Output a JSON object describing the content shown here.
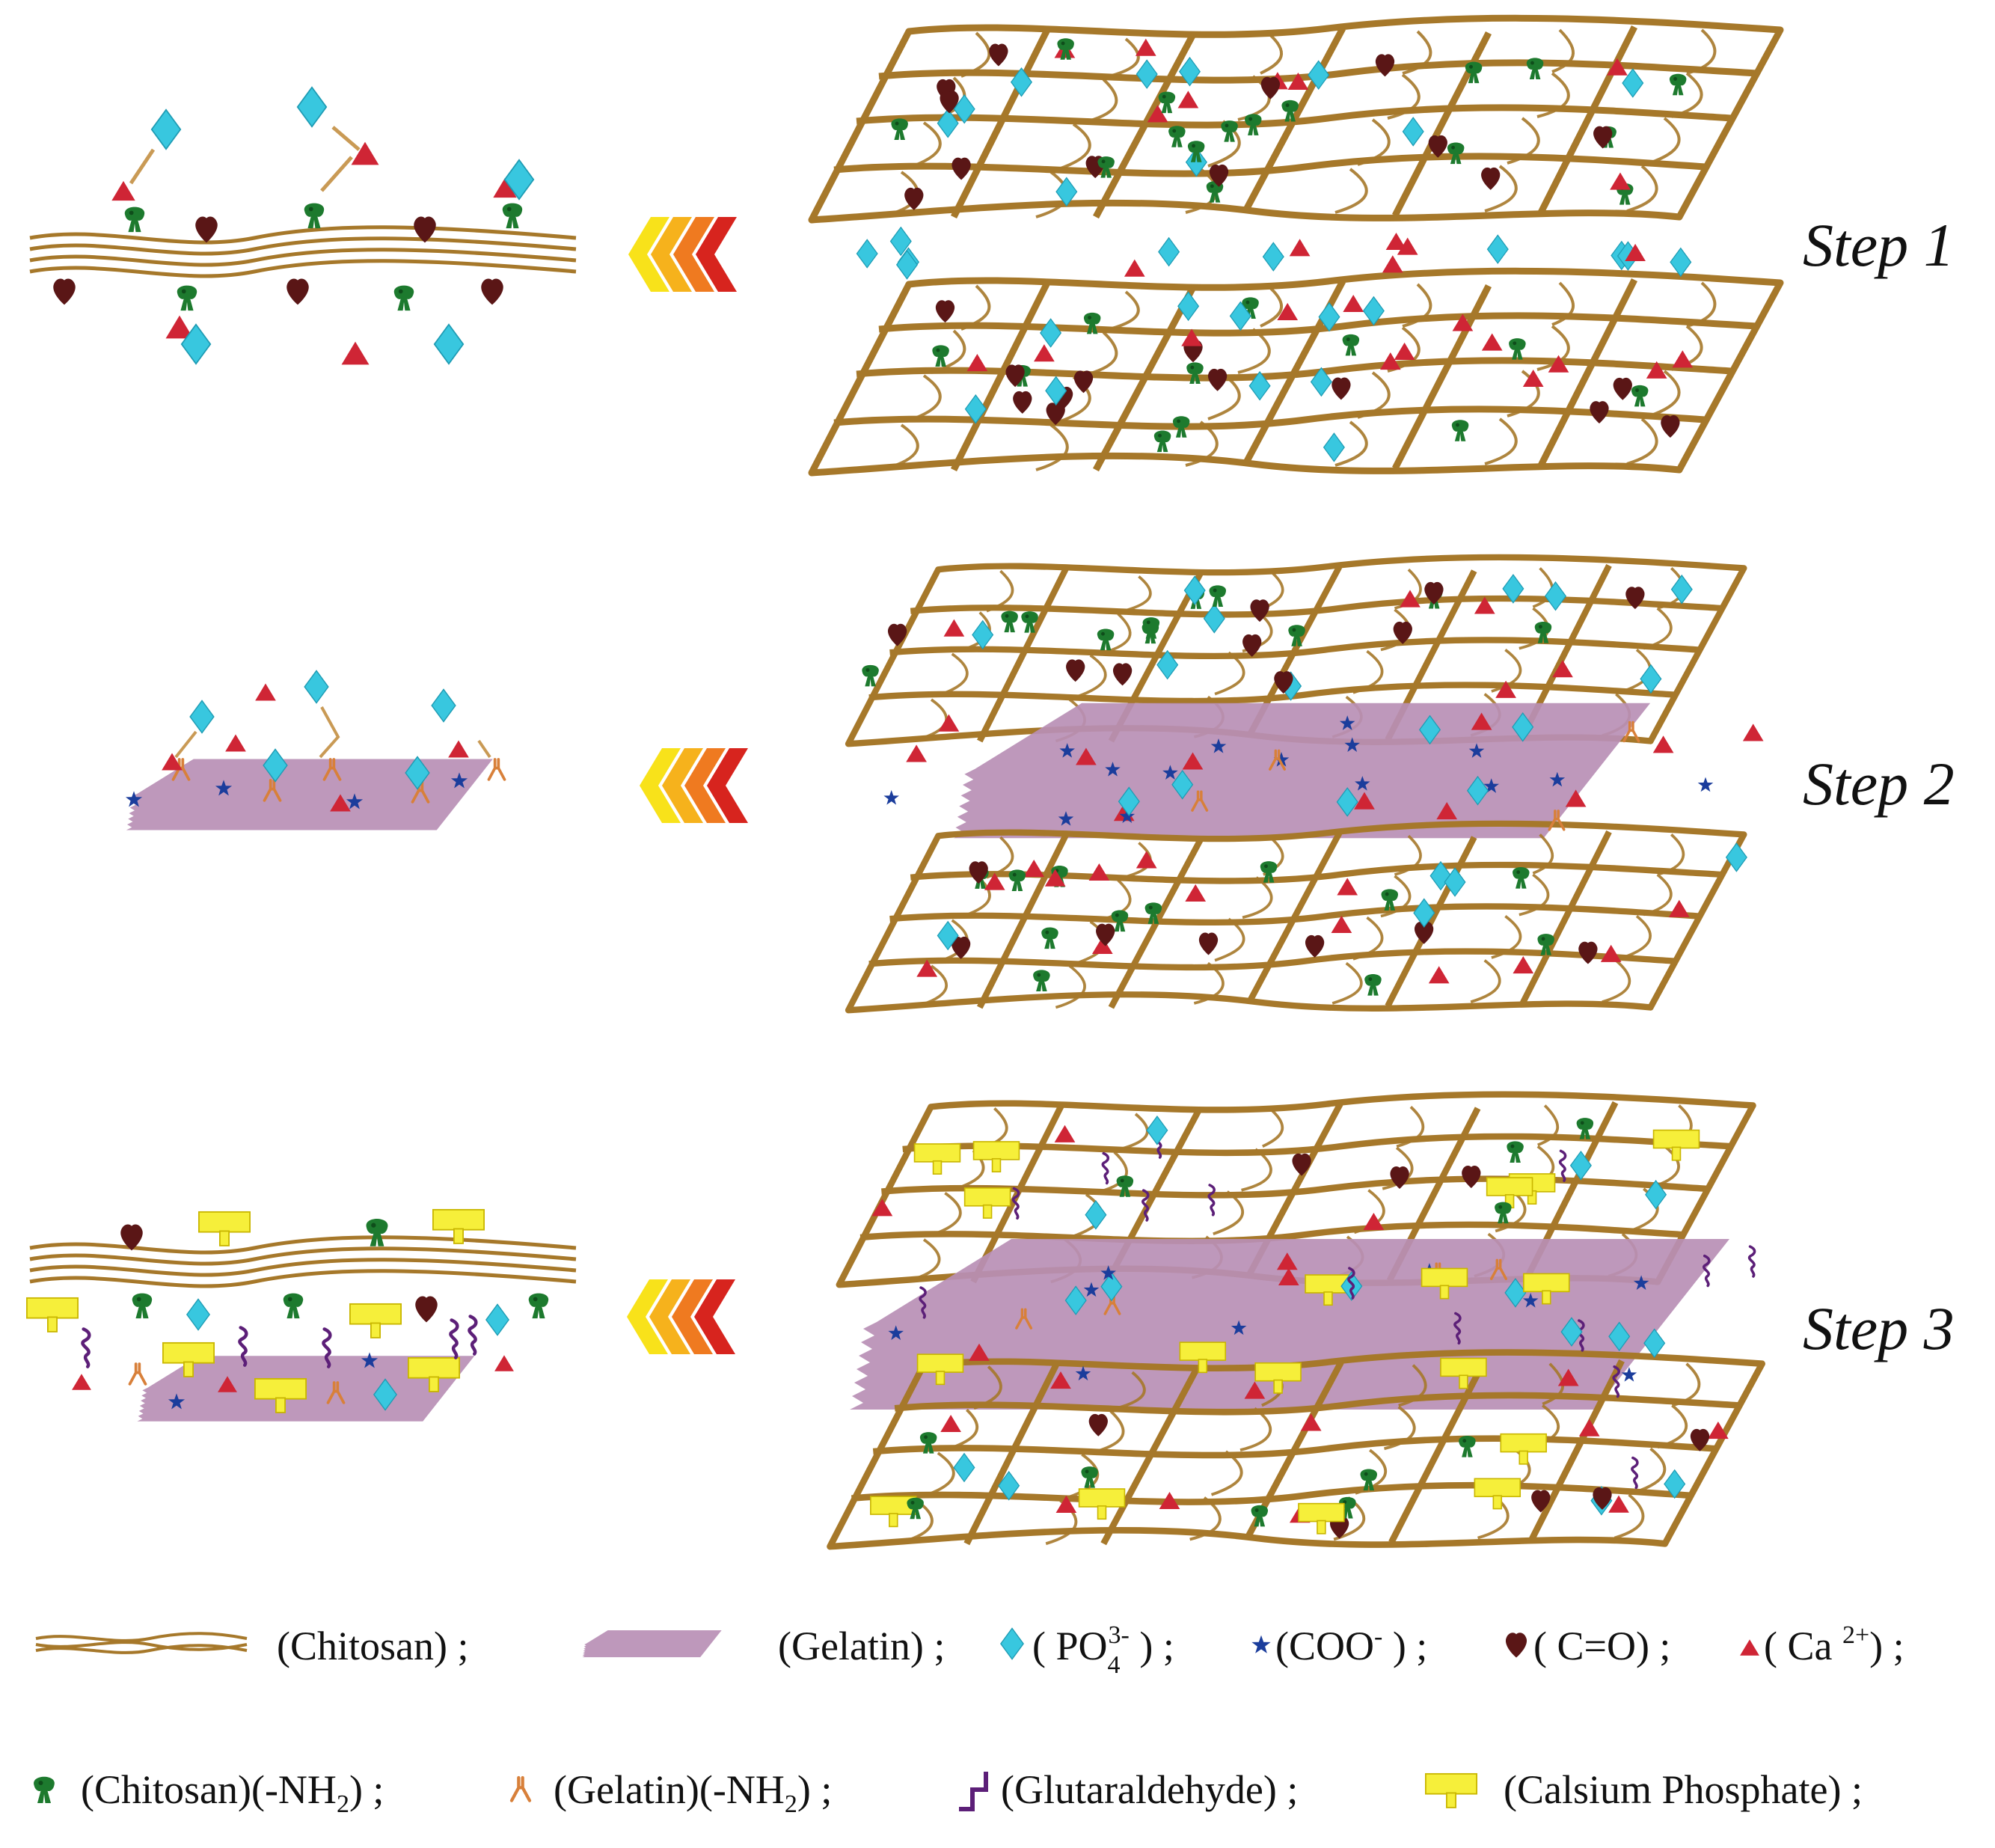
{
  "steps": [
    {
      "label": "Step 1"
    },
    {
      "label": "Step 2"
    },
    {
      "label": "Step 3"
    }
  ],
  "legend": {
    "row1": [
      {
        "icon": "chitosan-fiber-icon",
        "text": "(Chitosan) ;"
      },
      {
        "icon": "gelatin-sheet-icon",
        "text": "(Gelatin) ;"
      },
      {
        "icon": "phosphate-diamond-icon",
        "text_pre": "( PO",
        "sub": "4",
        "sup": "3-",
        "text_post": " ) ;"
      },
      {
        "icon": "carboxylate-star-icon",
        "text_pre": "(COO",
        "sup": "-",
        "text_post": " ) ;"
      },
      {
        "icon": "carbonyl-drop-icon",
        "text": "( C=O) ;"
      },
      {
        "icon": "calcium-triangle-icon",
        "text_pre": "( Ca ",
        "sup": "2+",
        "text_post": ") ;"
      }
    ],
    "row2": [
      {
        "icon": "chitosan-amine-icon",
        "text_pre": "(Chitosan)(-NH",
        "sub": "2",
        "text_post": ") ;"
      },
      {
        "icon": "gelatin-amine-icon",
        "text_pre": "(Gelatin)(-NH",
        "sub": "2",
        "text_post": ") ;"
      },
      {
        "icon": "glutaraldehyde-icon",
        "text": "(Glutaraldehyde) ;"
      },
      {
        "icon": "calcium-phosphate-icon",
        "text": "(Calsium Phosphate) ;"
      }
    ]
  },
  "colors": {
    "chitosan": "#a6782a",
    "gelatin": "#b88fb5",
    "phosphate": "#38c7df",
    "carboxylate": "#1b3d9c",
    "carbonyl": "#5a1616",
    "calcium": "#cf2535",
    "chitosan_amine": "#1d7a2e",
    "gelatin_amine": "#d8803a",
    "glutaraldehyde": "#5c1f78",
    "calcium_phosphate": "#f6ef3a",
    "arrow_colors": [
      "#f8e21a",
      "#f6b21c",
      "#ef7a20",
      "#d7241e"
    ]
  }
}
